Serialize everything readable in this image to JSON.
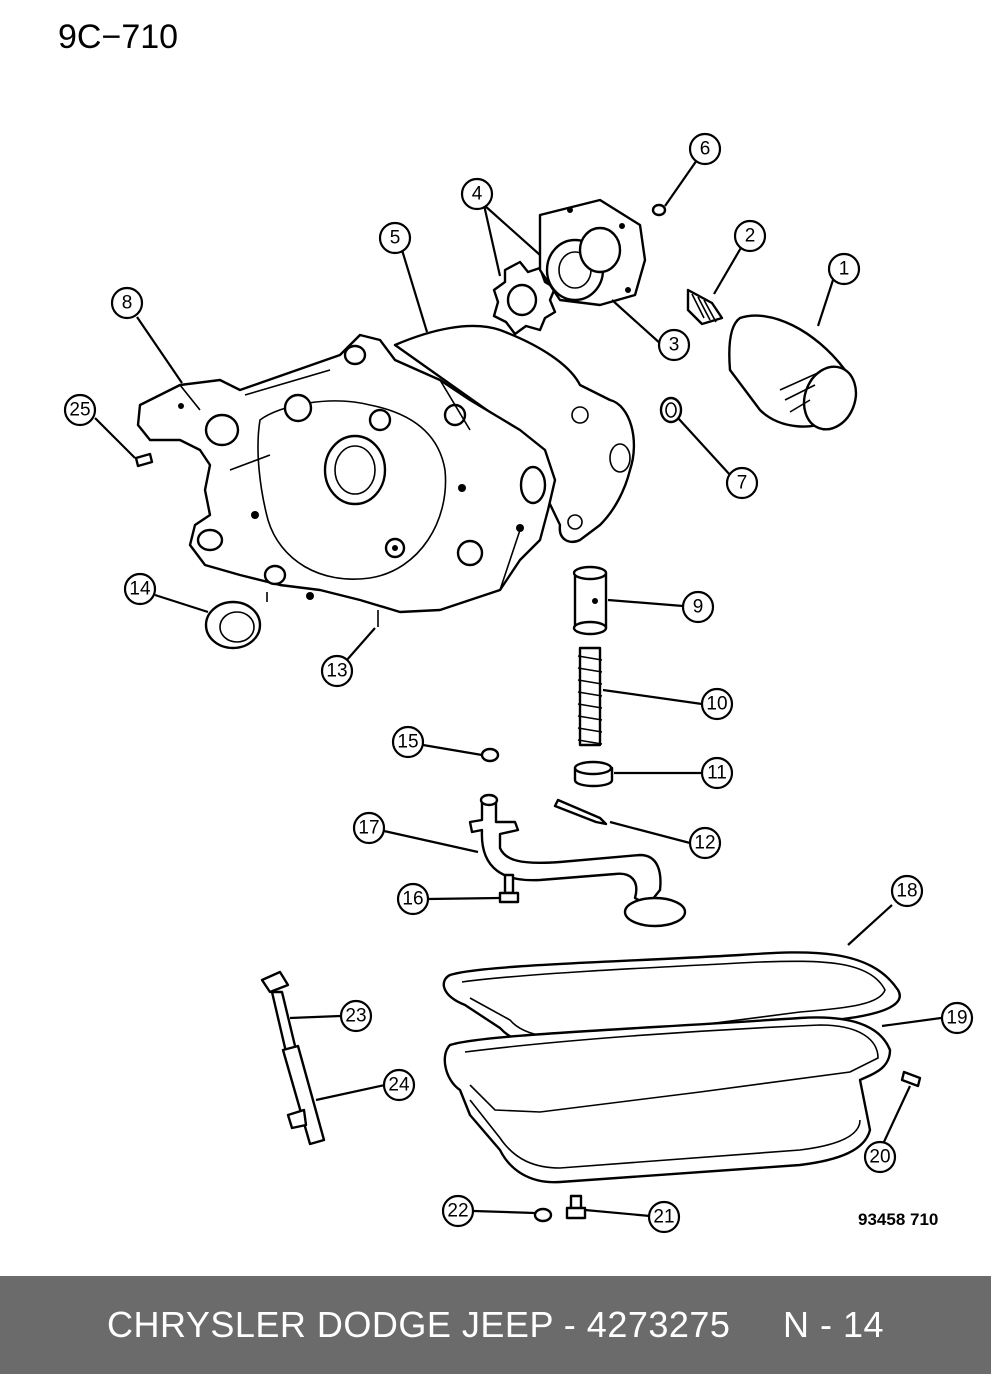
{
  "diagram": {
    "code": "9C−710",
    "reference_number": "93458 710",
    "callouts": [
      {
        "num": "1"
      },
      {
        "num": "2"
      },
      {
        "num": "3"
      },
      {
        "num": "4"
      },
      {
        "num": "5"
      },
      {
        "num": "6"
      },
      {
        "num": "7"
      },
      {
        "num": "8"
      },
      {
        "num": "9"
      },
      {
        "num": "10"
      },
      {
        "num": "11"
      },
      {
        "num": "12"
      },
      {
        "num": "13"
      },
      {
        "num": "14"
      },
      {
        "num": "15"
      },
      {
        "num": "16"
      },
      {
        "num": "17"
      },
      {
        "num": "18"
      },
      {
        "num": "19"
      },
      {
        "num": "20"
      },
      {
        "num": "21"
      },
      {
        "num": "22"
      },
      {
        "num": "23"
      },
      {
        "num": "24"
      },
      {
        "num": "25"
      }
    ]
  },
  "footer": {
    "text": "CHRYSLER DODGE JEEP - 4273275     N - 14"
  },
  "colors": {
    "footer_background": "#6b6b6b",
    "footer_text": "#ffffff",
    "line_art": "#000000"
  }
}
